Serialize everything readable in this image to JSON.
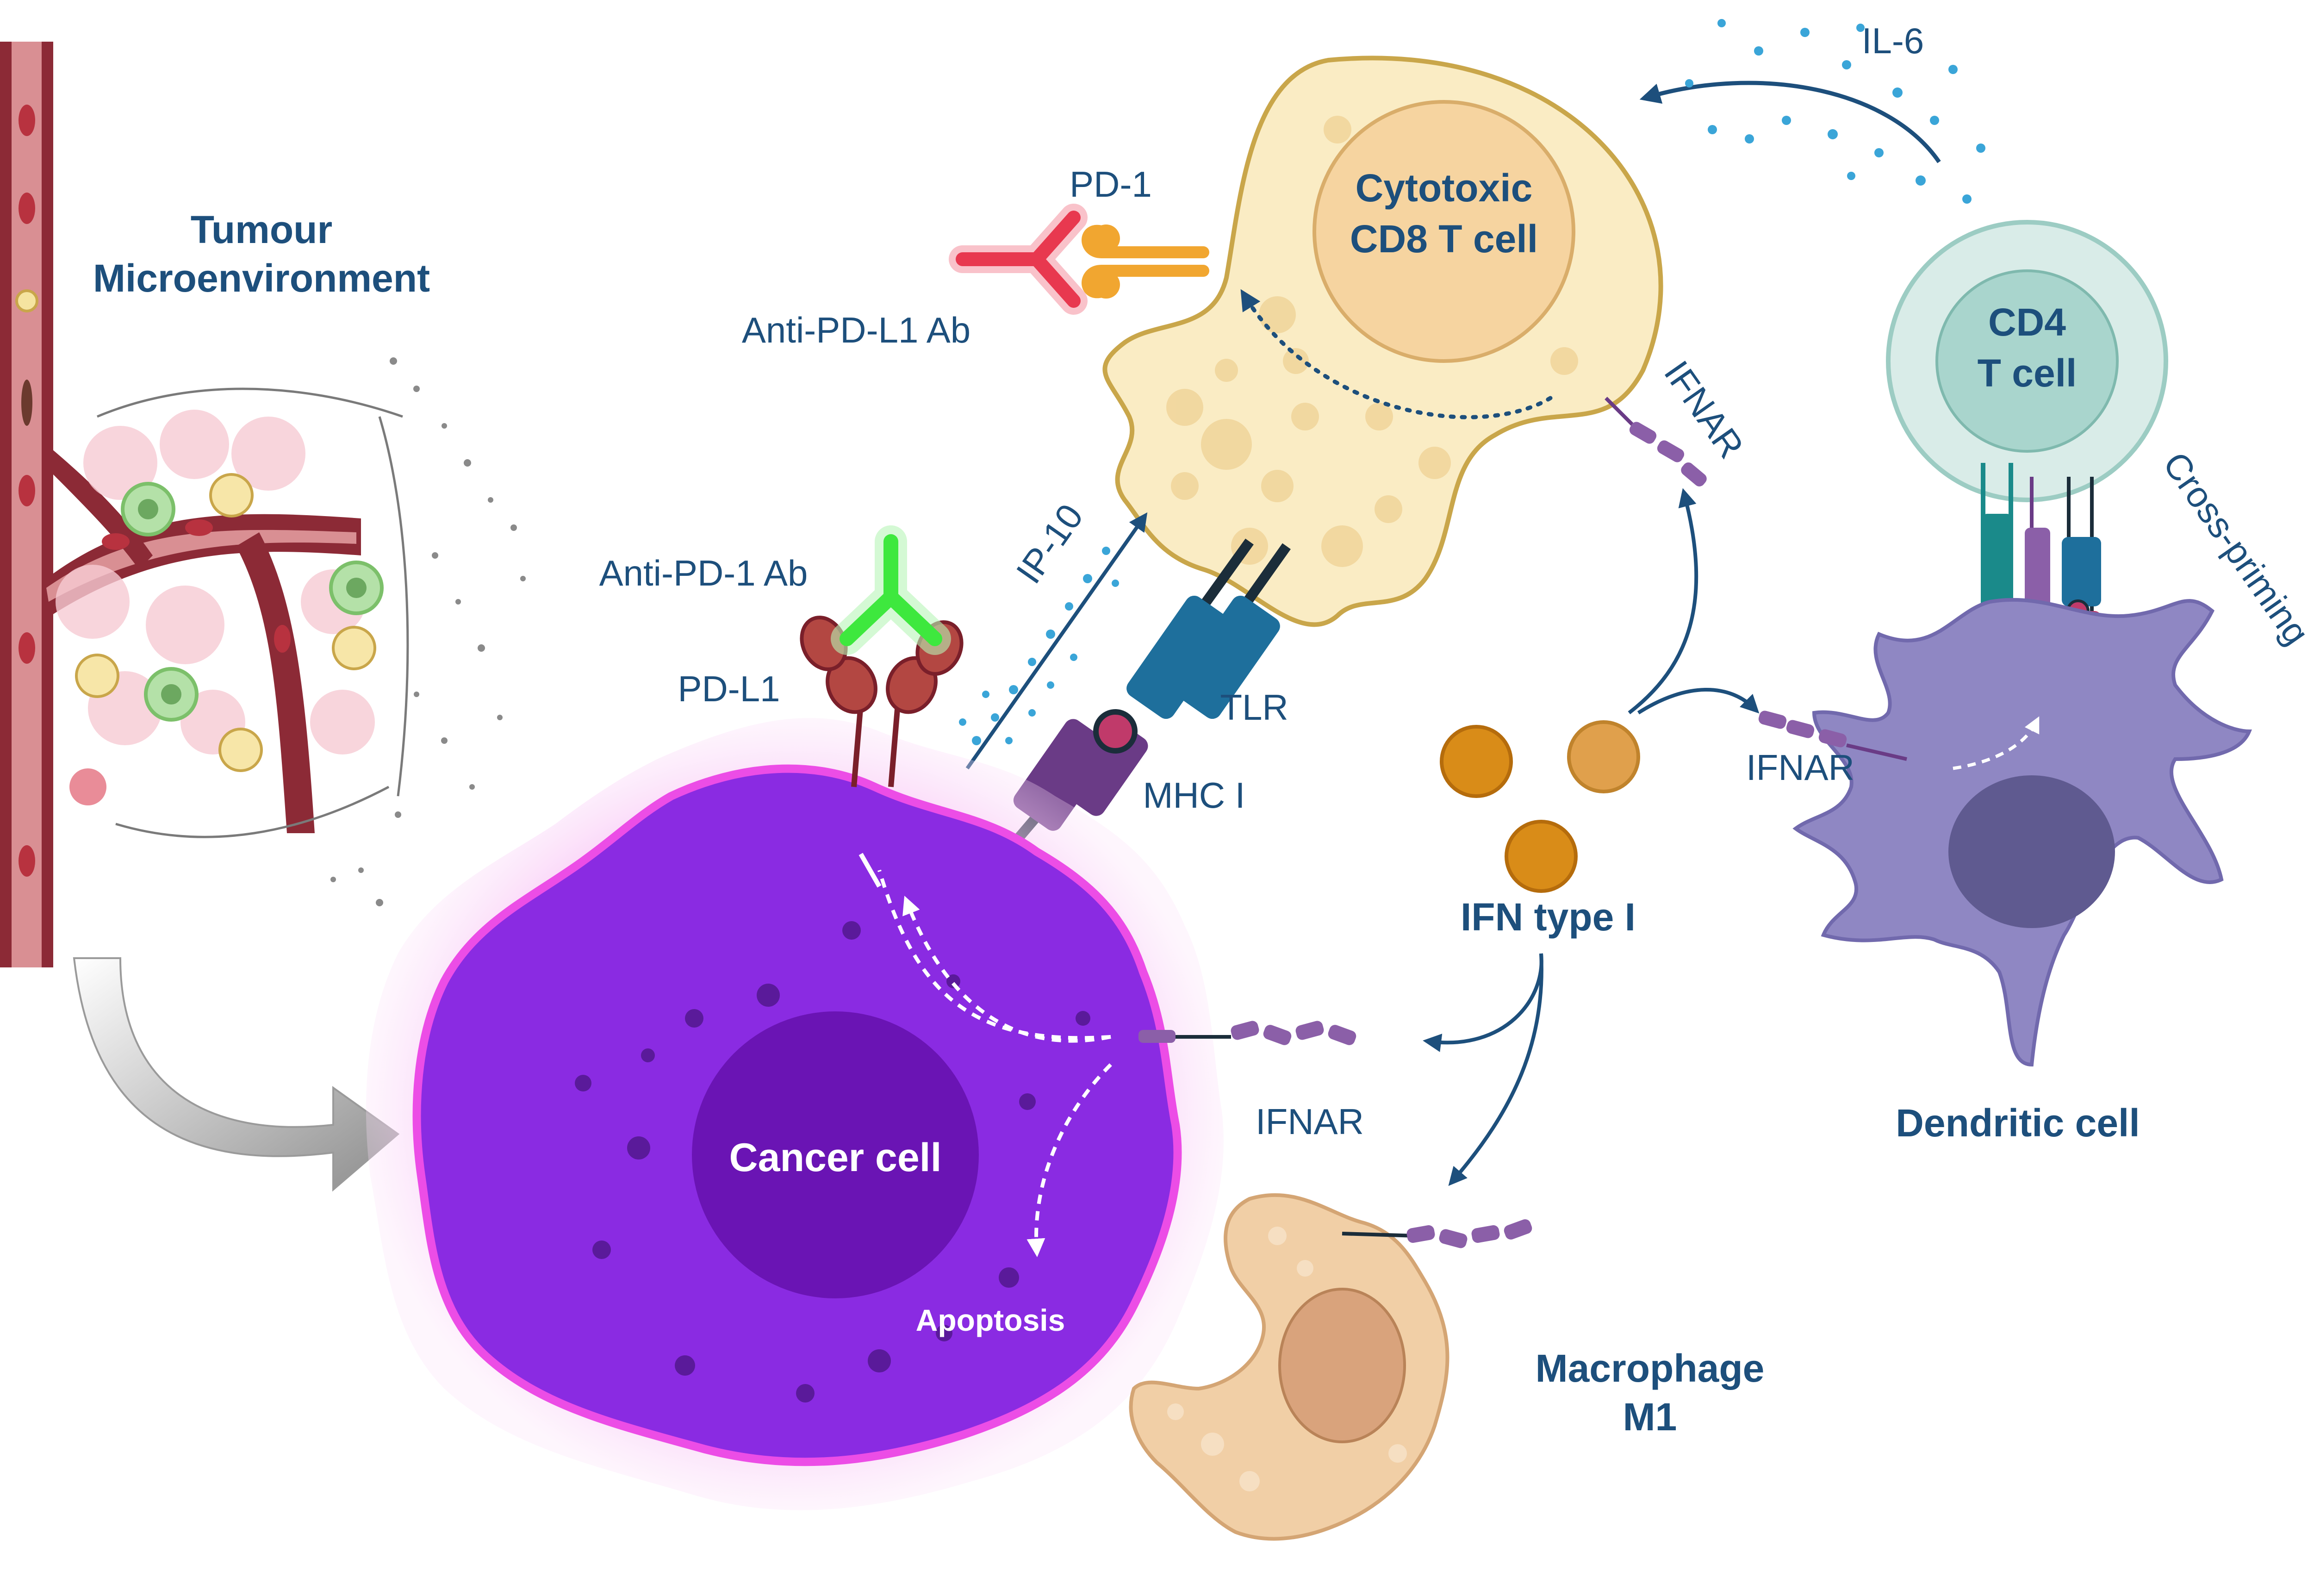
{
  "labels": {
    "tumour_line1": "Tumour",
    "tumour_line2": "Microenvironment",
    "cd8_line1": "Cytotoxic",
    "cd8_line2": "CD8 T cell",
    "cd4_line1": "CD4",
    "cd4_line2": "T cell",
    "pd1": "PD-1",
    "anti_pdl1": "Anti-PD-L1 Ab",
    "anti_pd1": "Anti-PD-1 Ab",
    "pdl1": "PD-L1",
    "ip10": "IP-10",
    "tlr": "TLR",
    "mhc1": "MHC I",
    "ifnar_tcell": "IFNAR",
    "ifnar_dc": "IFNAR",
    "ifnar_cancer": "IFNAR",
    "il6": "IL-6",
    "cross_priming": "Cross-priming",
    "ifn_type1": "IFN type I",
    "dendritic": "Dendritic cell",
    "cancer": "Cancer cell",
    "apoptosis": "Apoptosis",
    "macro_line1": "Macrophage",
    "macro_line2": "M1"
  },
  "colors": {
    "label_blue": "#1d4f7c",
    "tcell_fill": "#faecc4",
    "tcell_outline": "#c9a64a",
    "cancer_purple": "#8a2be2",
    "cancer_glow": "#f3a6ef",
    "nucleus_purple": "#6a14b4",
    "dc_purple": "#8f87c3",
    "cd4_teal": "#d9ece8",
    "macro_tan": "#f1cfa6",
    "ifn_orange": "#d98c18",
    "vessel_red": "#8c2a36",
    "pd1_orange": "#f1a630",
    "anti_pdl1_red": "#e8384f",
    "anti_pd1_green": "#3ee83e",
    "pdl1_red": "#b34742",
    "receptor_blue": "#1e6f9c",
    "receptor_purple": "#6a3b86",
    "receptor_teal": "#1a8a8a",
    "receptor_pink": "#c03a6a"
  }
}
